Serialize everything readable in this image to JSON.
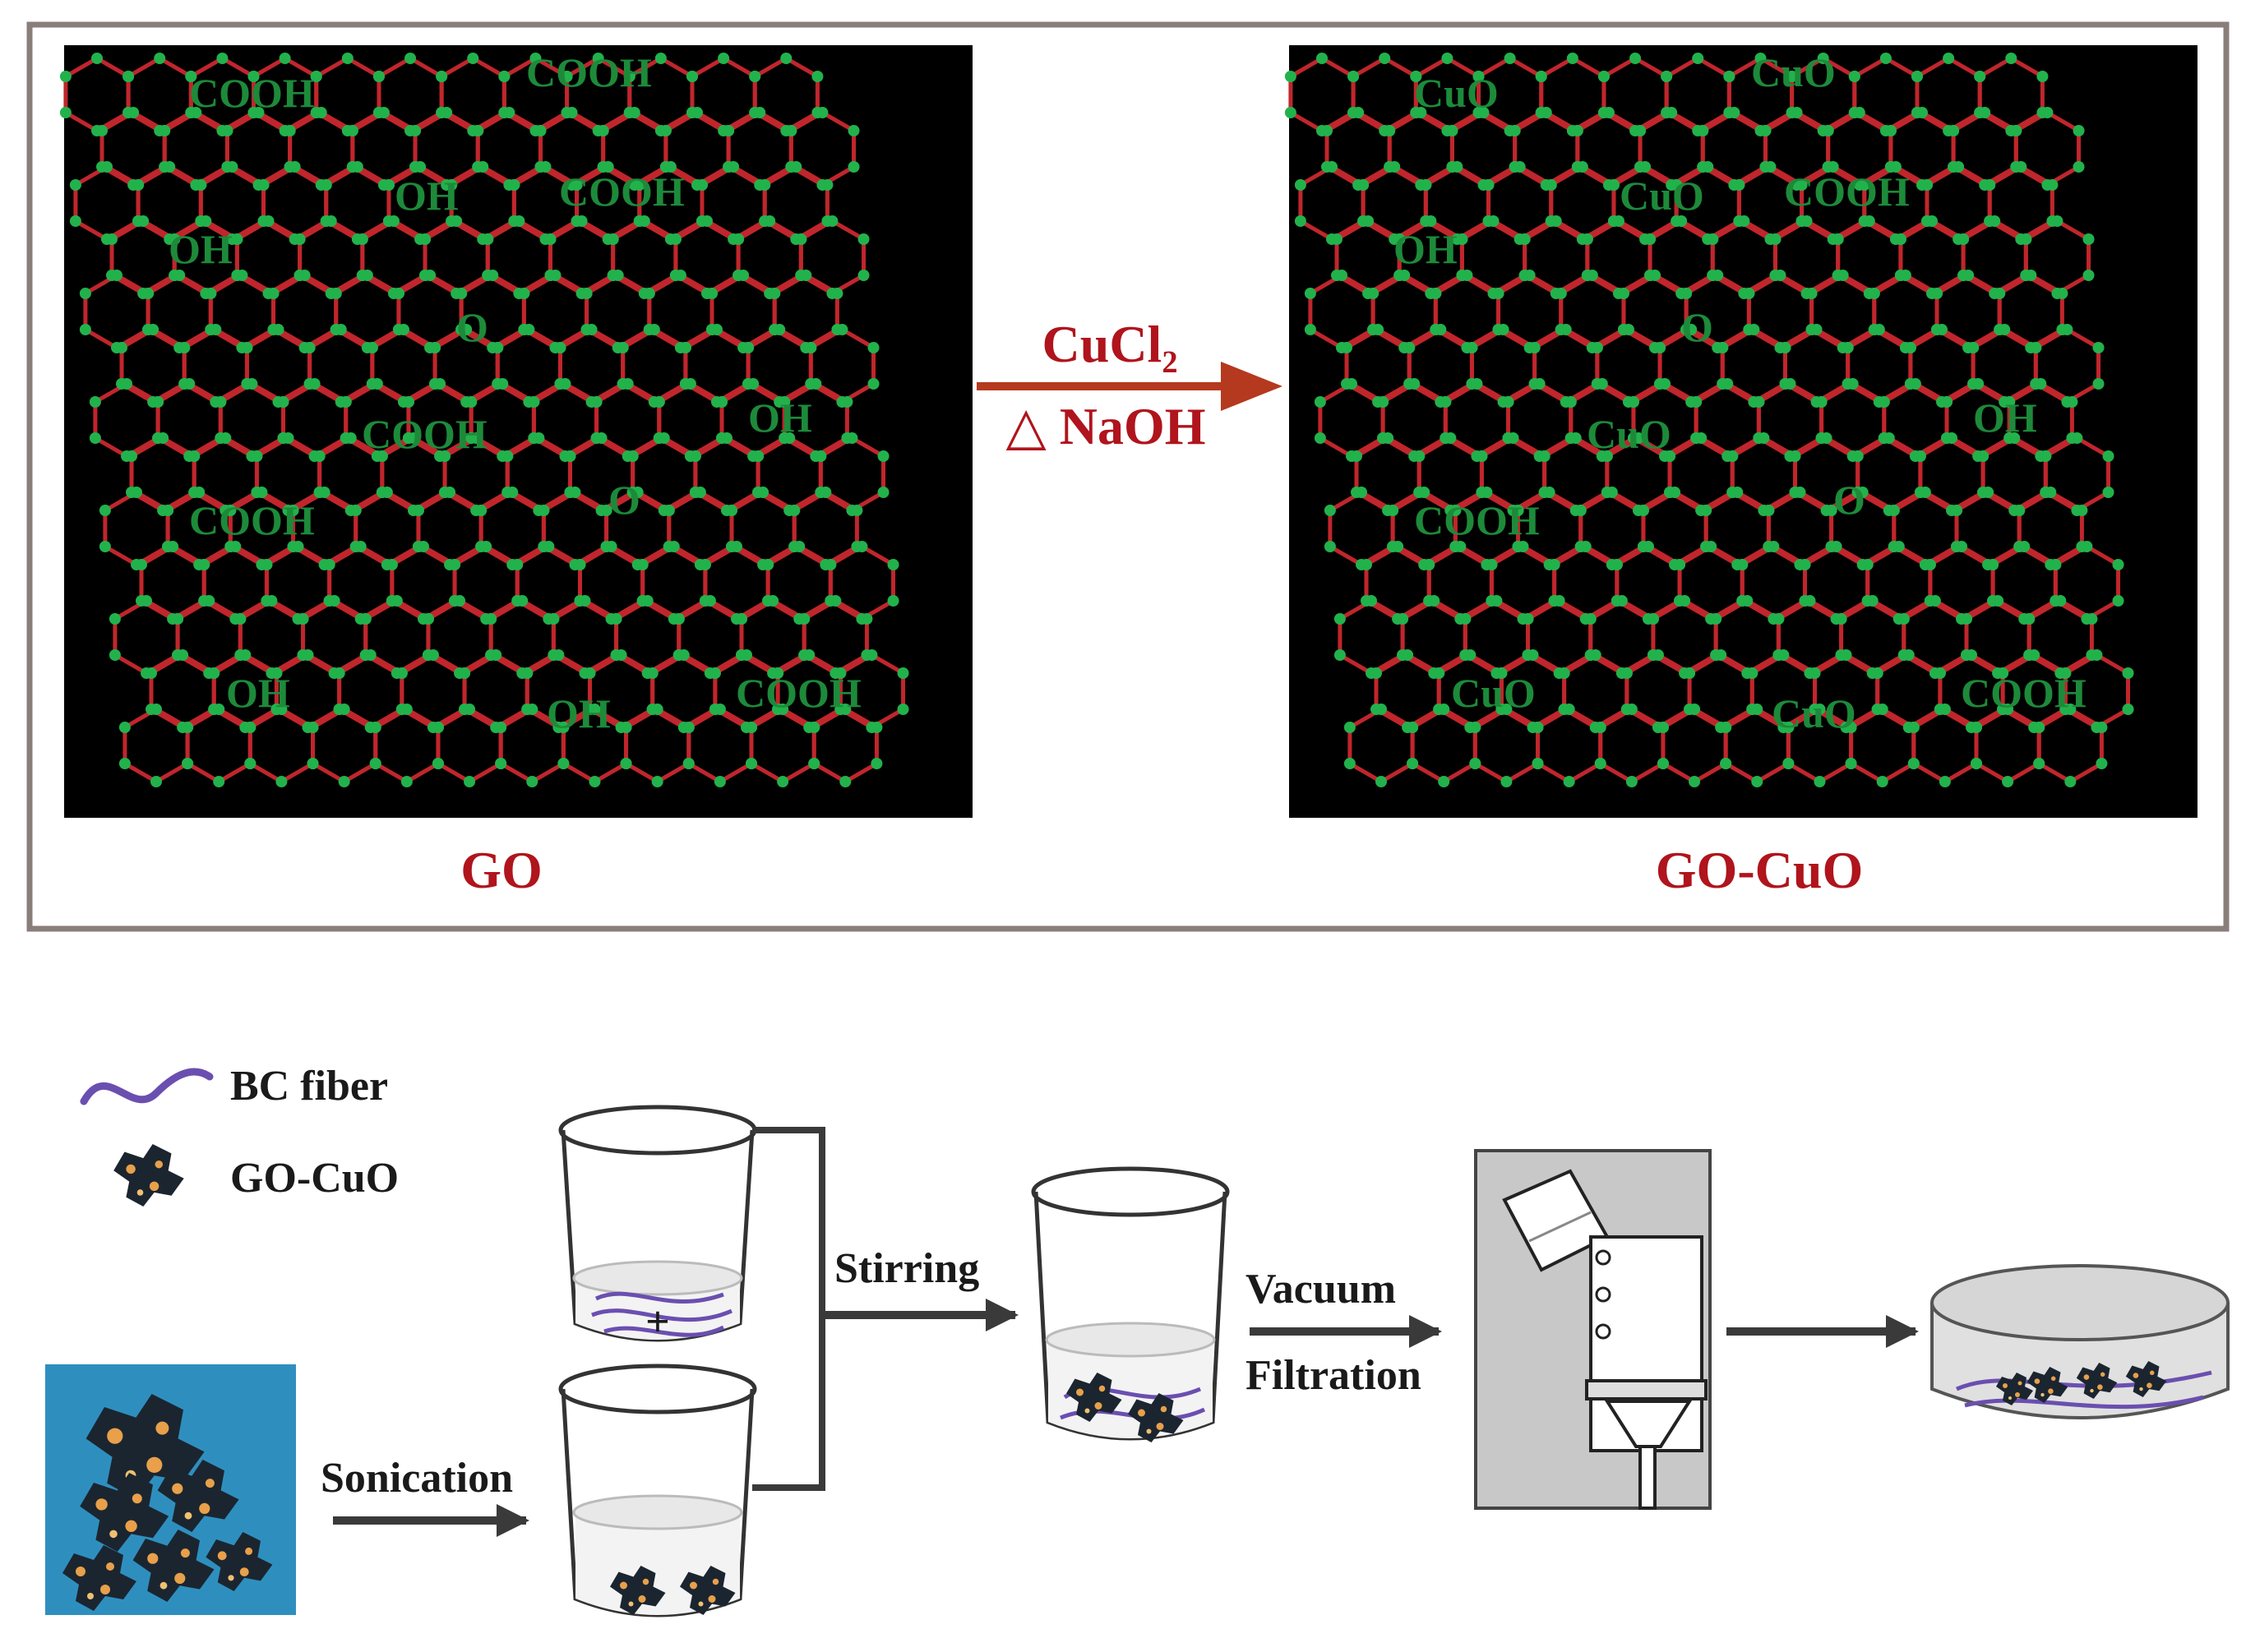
{
  "top": {
    "go_caption": "GO",
    "gocuo_caption": "GO-CuO",
    "reagent_top": "CuCl₂",
    "reagent_bottom": "△ NaOH",
    "go_groups": [
      "COOH",
      "COOH",
      "OH",
      "COOH",
      "OH",
      "O",
      "COOH",
      "OH",
      "O",
      "COOH",
      "OH",
      "OH",
      "COOH"
    ],
    "gocuo_groups": [
      "CuO",
      "CuO",
      "CuO",
      "COOH",
      "OH",
      "O",
      "CuO",
      "OH",
      "O",
      "COOH",
      "CuO",
      "CuO",
      "COOH"
    ]
  },
  "legend": {
    "bc_fiber": "BC fiber",
    "go_cuo": "GO-CuO"
  },
  "process": {
    "sonication": "Sonication",
    "stirring": "Stirring",
    "vacuum": "Vacuum",
    "filtration": "Filtration",
    "plus": "+"
  },
  "colors": {
    "bond": "#c0262c",
    "atom": "#22b24c",
    "group_text": "#1d8a3a",
    "caption": "#b0141c",
    "reaction_arrow": "#b5391e",
    "fiber": "#6a4fb0",
    "panel_bg": "#000000",
    "frame": "#8a7e7b",
    "sonication_bg": "#2e8fbf",
    "filter_bg": "#c8c8c8"
  }
}
